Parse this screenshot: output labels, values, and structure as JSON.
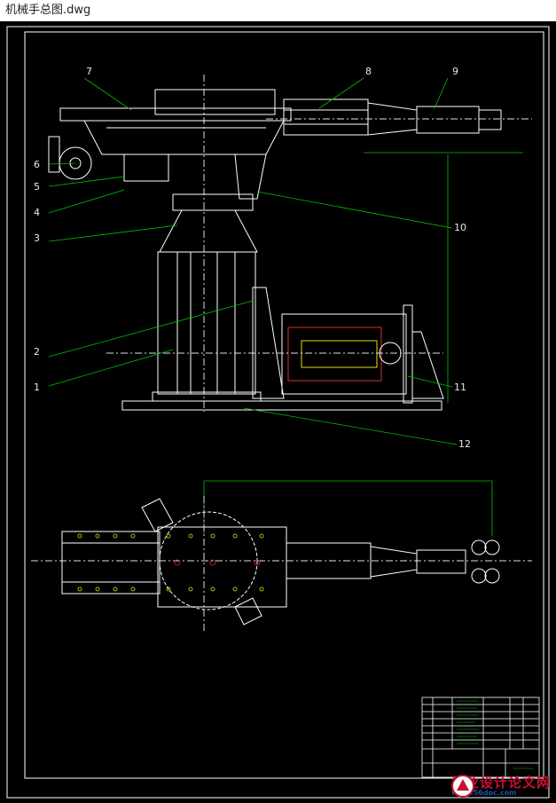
{
  "window": {
    "title": "机械手总图.dwg"
  },
  "drawing": {
    "part_labels": [
      "1",
      "2",
      "3",
      "4",
      "5",
      "6",
      "7",
      "8",
      "9",
      "10",
      "11",
      "12"
    ],
    "colors": {
      "background": "#000000",
      "outline": "#ffffff",
      "leader": "#00c000",
      "center": "#e0e0e0",
      "accent_red": "#d83030",
      "accent_yellow": "#e8e000",
      "accent_cyan": "#00c0c0"
    }
  },
  "watermark": {
    "text": "毕业设计论文网",
    "url": "www.56doc.com"
  }
}
